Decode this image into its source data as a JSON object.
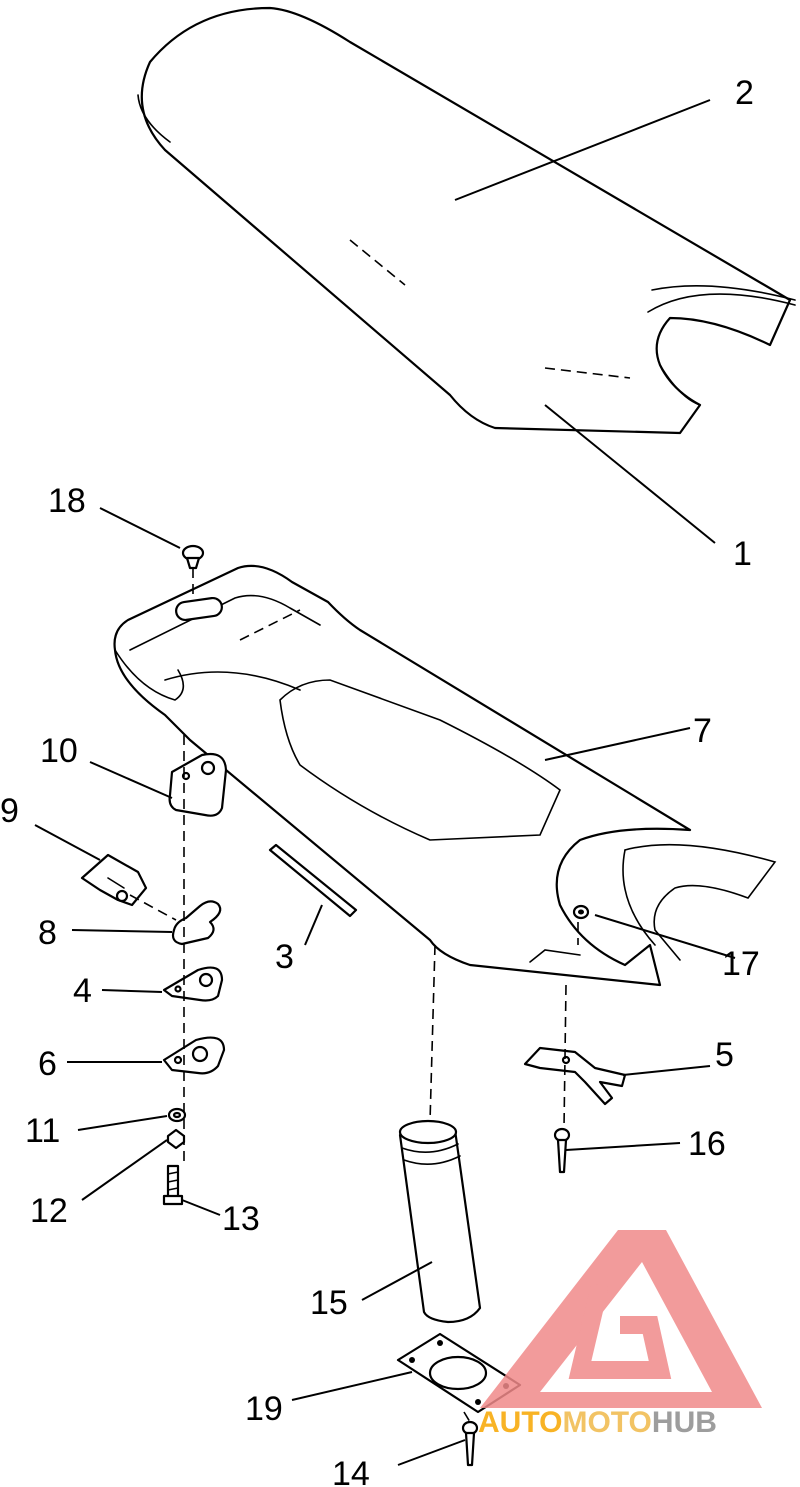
{
  "callouts": {
    "c1": "1",
    "c2": "2",
    "c3": "3",
    "c4": "4",
    "c5": "5",
    "c6": "6",
    "c7": "7",
    "c8": "8",
    "c9": "9",
    "c10": "10",
    "c11": "11",
    "c12": "12",
    "c13": "13",
    "c14": "14",
    "c15": "15",
    "c16": "16",
    "c17": "17",
    "c18": "18",
    "c19": "19"
  },
  "watermark": {
    "part_a": "AUTO",
    "part_b": "MOTO",
    "part_c": "HUB",
    "color_a": "#f7a600",
    "color_b": "#f0b94a",
    "color_c": "#8c8c8c",
    "logo_color": "#f08a8a"
  }
}
